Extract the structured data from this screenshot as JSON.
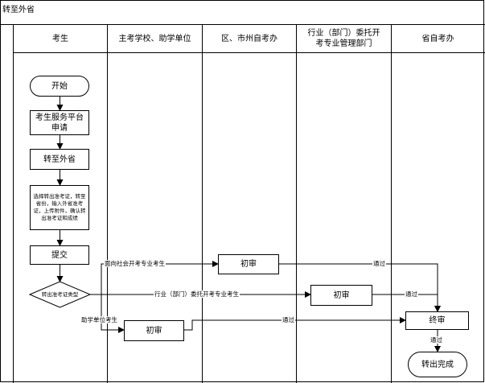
{
  "title": "转至外省",
  "lanes": [
    "考生",
    "主考学校、助学单位",
    "区、市州自考办",
    "行业（部门）委托开考专业管理部门",
    "省自考办"
  ],
  "nodes": {
    "start": "开始",
    "apply": "考生服务平台申请",
    "transfer": "转至外省",
    "select": "选择转出准考证，转至省份，输入外省准考证，上传附件，确认转出准考证和成绩",
    "submit": "提交",
    "decision": "转出准考证类型",
    "review_school": "初审",
    "review_district": "初审",
    "review_industry": "初审",
    "final_review": "终审",
    "done": "转出完成"
  },
  "edge_labels": {
    "social": "面向社会开考专业考生",
    "industry": "行业（部门）委托开考专业考生",
    "assist": "助学单位考生",
    "pass_district": "通过",
    "pass_industry": "通过",
    "pass_school": "通过",
    "pass_final": "通过"
  }
}
